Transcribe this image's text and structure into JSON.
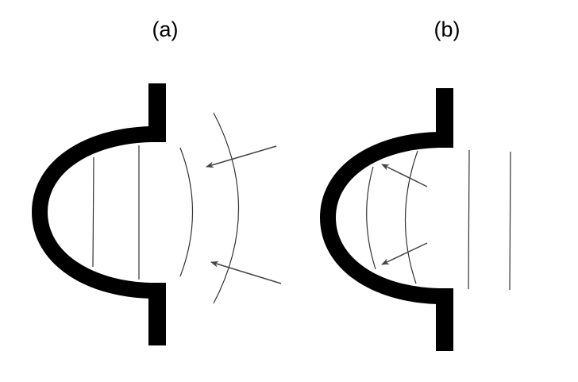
{
  "panels": [
    {
      "label": "(a)",
      "description_id": "panel-a"
    },
    {
      "label": "(b)",
      "description_id": "panel-b"
    }
  ],
  "colors": {
    "reflector": "#000000",
    "wave": "#333333",
    "arrow": "#444444"
  }
}
